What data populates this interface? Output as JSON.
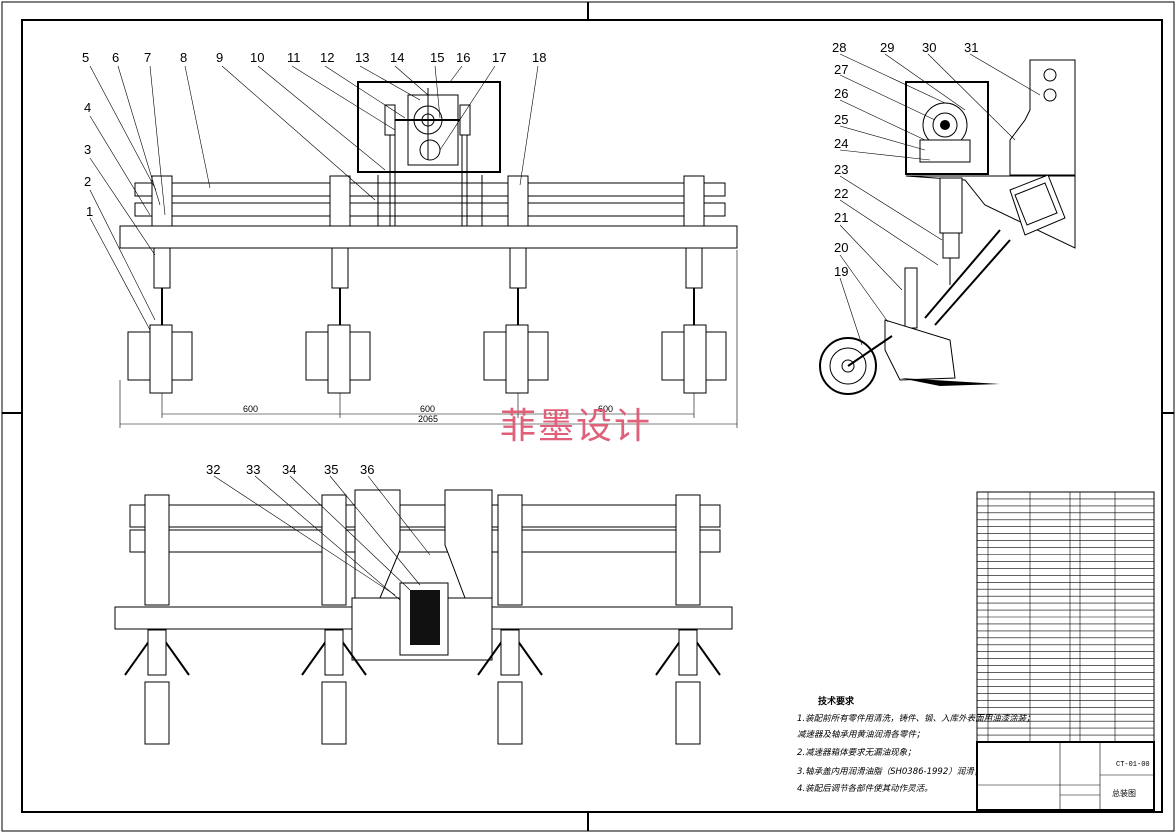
{
  "drawing": {
    "callouts_front": [
      "1",
      "2",
      "3",
      "4",
      "5",
      "6",
      "7",
      "8",
      "9",
      "10",
      "11",
      "12",
      "13",
      "14",
      "15",
      "16",
      "17",
      "18"
    ],
    "callouts_side": [
      "19",
      "20",
      "21",
      "22",
      "23",
      "24",
      "25",
      "26",
      "27",
      "28",
      "29",
      "30",
      "31"
    ],
    "callouts_top": [
      "32",
      "33",
      "34",
      "35",
      "36"
    ],
    "dimensions": {
      "d1": "600",
      "d2": "600",
      "d3": "600",
      "overall": "2065"
    },
    "watermark": "菲墨设计",
    "notes": {
      "title": "技术要求",
      "lines": [
        "1.装配前所有零件用清洗，铸件、锻、入库外表面用油漆涂装；",
        "减速器及轴承用黄油润滑各零件；",
        "2.减速器箱体要求无漏油现象；",
        "3.轴承盖内用润滑油脂（SH0386-1992）润滑；",
        "4.装配后调节各部件使其动作灵活。"
      ]
    },
    "title_block": {
      "drawing_no": "CT-01-00",
      "drawing_name": "总装图"
    }
  }
}
